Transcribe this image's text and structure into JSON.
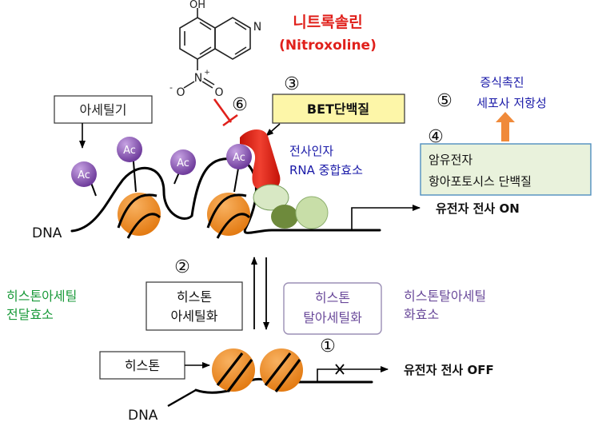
{
  "title": {
    "korean": "니트록솔린",
    "english": "(Nitroxoline)",
    "color": "#e0201b"
  },
  "molecule": {
    "oh_label": "OH",
    "n_label": "N",
    "nitro_o_left": "O",
    "nitro_minus": "-",
    "nitro_n": "N",
    "nitro_plus": "+",
    "nitro_o_right": "O"
  },
  "circled_numbers": [
    "①",
    "②",
    "③",
    "④",
    "⑤",
    "⑥"
  ],
  "labels": {
    "acetyl_group": "아세틸기",
    "bet_protein": "BET단백질",
    "transcription_factor": "전사인자",
    "rna_polymerase": "RNA 중합효소",
    "proliferation": "증식촉진",
    "apoptosis_resistance": "세포사 저항성",
    "oncogene": "암유전자",
    "anti_apoptosis_protein": "항아포토시스 단백질",
    "gene_on": "유전자 전사 ON",
    "gene_off": "유전자 전사 OFF",
    "dna_top": "DNA",
    "dna_bottom": "DNA",
    "ac": "Ac",
    "hat_line1": "히스톤아세틸",
    "hat_line2": "전달효소",
    "acetylation_line1": "히스톤",
    "acetylation_line2": "아세틸화",
    "deacetylation_line1": "히스톤",
    "deacetylation_line2": "탈아세틸화",
    "hdac_line1": "히스톤탈아세틸",
    "hdac_line2": "화효소",
    "histone": "히스톤"
  },
  "colors": {
    "red_title": "#e0201b",
    "blue_text": "#1a1aa8",
    "green_text": "#1a9a3a",
    "purple_text": "#6a4a9a",
    "bet_fill": "#fdf6a8",
    "oncogene_fill": "#e9f2dc",
    "oncogene_border": "#4f8fbf",
    "ac_fill": "#8a55b5",
    "histone_fill": "#f08a1c",
    "red_protein": "#e52618",
    "arrow_orange": "#f08a3a"
  }
}
